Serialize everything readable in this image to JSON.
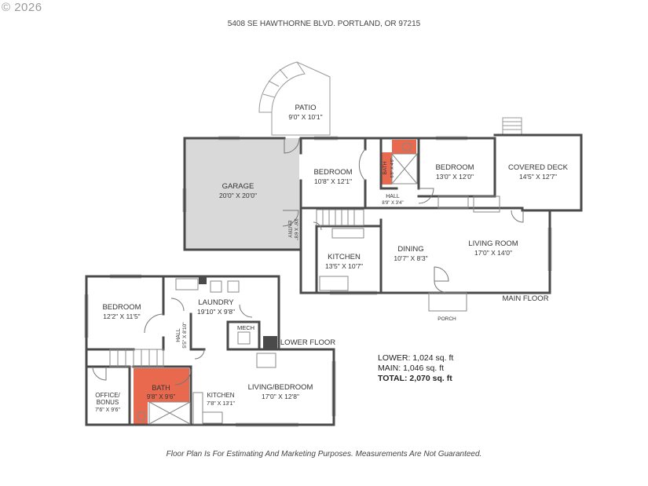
{
  "copyright": "© 2026",
  "address": "5408 SE HAWTHORNE BLVD. PORTLAND, OR 97215",
  "disclaimer": "Floor Plan Is For Estimating And Marketing Purposes. Measurements Are Not Guaranteed.",
  "floors": {
    "main": "MAIN FLOOR",
    "lower": "LOWER FLOOR"
  },
  "rooms": {
    "patio": {
      "name": "PATIO",
      "dims": "9'0\" X 10'1\""
    },
    "garage": {
      "name": "GARAGE",
      "dims": "20'0\" X 20'0\""
    },
    "bedroom_main_1": {
      "name": "BEDROOM",
      "dims": "10'8\" X 12'1\""
    },
    "bath_main": {
      "name": "BATH",
      "dims": "6'8\" X 4'6\""
    },
    "bedroom_main_2": {
      "name": "BEDROOM",
      "dims": "13'0\" X 12'0\""
    },
    "covered_deck": {
      "name": "COVERED DECK",
      "dims": "14'5\" X 12'7\""
    },
    "hall_main": {
      "name": "HALL",
      "dims": "8'9\" X 3'4\""
    },
    "entry": {
      "name": "ENTRY",
      "dims": "3'6\" X 6'8\""
    },
    "kitchen_main": {
      "name": "KITCHEN",
      "dims": "13'5\" X 10'7\""
    },
    "dining": {
      "name": "DINING",
      "dims": "10'7\" X 8'3\""
    },
    "living_room": {
      "name": "LIVING ROOM",
      "dims": "17'0\" X 14'0\""
    },
    "porch": {
      "name": "PORCH"
    },
    "bedroom_lower": {
      "name": "BEDROOM",
      "dims": "12'2\" X 11'5\""
    },
    "laundry": {
      "name": "LAUNDRY",
      "dims": "19'10\" X 9'8\""
    },
    "mech": {
      "name": "MECH"
    },
    "hall_lower": {
      "name": "HALL",
      "dims": "5'5\" X 8'10\""
    },
    "office": {
      "name1": "OFFICE/",
      "name2": "BONUS",
      "dims": "7'6\" X 9'6\""
    },
    "bath_lower": {
      "name": "BATH",
      "dims": "9'8\" X 9'6\""
    },
    "kitchen_lower": {
      "name": "KITCHEN",
      "dims": "7'8\" X 13'1\""
    },
    "living_bedroom": {
      "name": "LIVING/BEDROOM",
      "dims": "17'0\" X 12'8\""
    }
  },
  "area": {
    "lower": "LOWER: 1,024 sq. ft",
    "main": "MAIN: 1,046 sq. ft",
    "total": "TOTAL: 2,070 sq. ft"
  },
  "colors": {
    "wall": "#4a4a4a",
    "garage_fill": "#d9d9d9",
    "bath_fill": "#e9694f",
    "outline": "#999999"
  }
}
